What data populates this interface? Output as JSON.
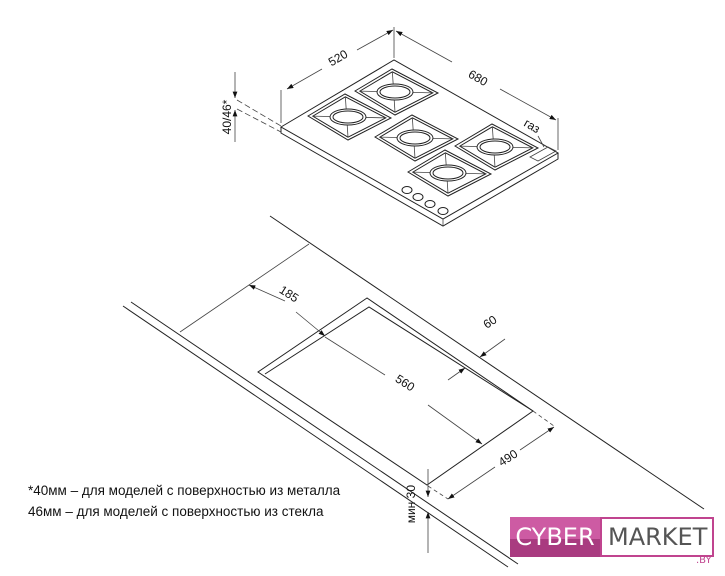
{
  "hob": {
    "width_label": "520",
    "length_label": "680",
    "height_label": "40/46*",
    "gas_label": "газ"
  },
  "cutout": {
    "offset_label": "185",
    "length_label": "560",
    "back_margin_label": "60",
    "width_label": "490",
    "front_margin_label": "мин 30"
  },
  "notes": [
    "*40мм – для моделей с поверхностью из металла",
    "46мм – для моделей с поверхностью из стекла"
  ],
  "logo": {
    "part1": "CYBER",
    "part2": "MARKET",
    "suffix": ".BY"
  },
  "colors": {
    "brand": "#c0448f"
  }
}
